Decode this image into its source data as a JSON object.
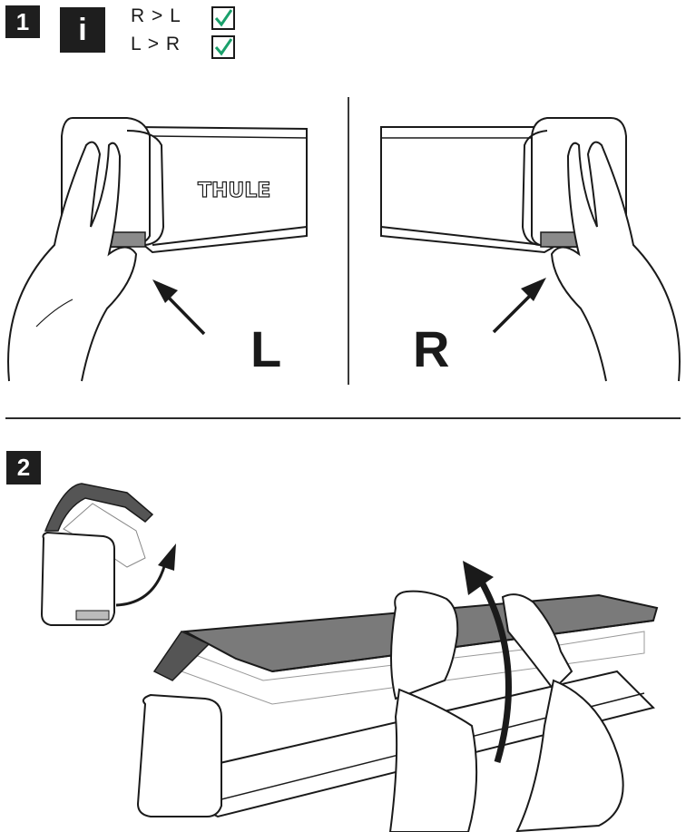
{
  "step1": {
    "number": "1"
  },
  "info": {
    "icon": "info-icon",
    "label": "i"
  },
  "order": [
    {
      "text": "R > L",
      "checked": true
    },
    {
      "text": "L > R",
      "checked": true
    }
  ],
  "side_labels": {
    "left": "L",
    "right": "R"
  },
  "brand": "THULE",
  "step2": {
    "number": "2"
  },
  "colors": {
    "badge": "#1e1e1e",
    "check": "#1aa06b",
    "line": "#1a1a1a",
    "awning": "#7a7a7a"
  }
}
